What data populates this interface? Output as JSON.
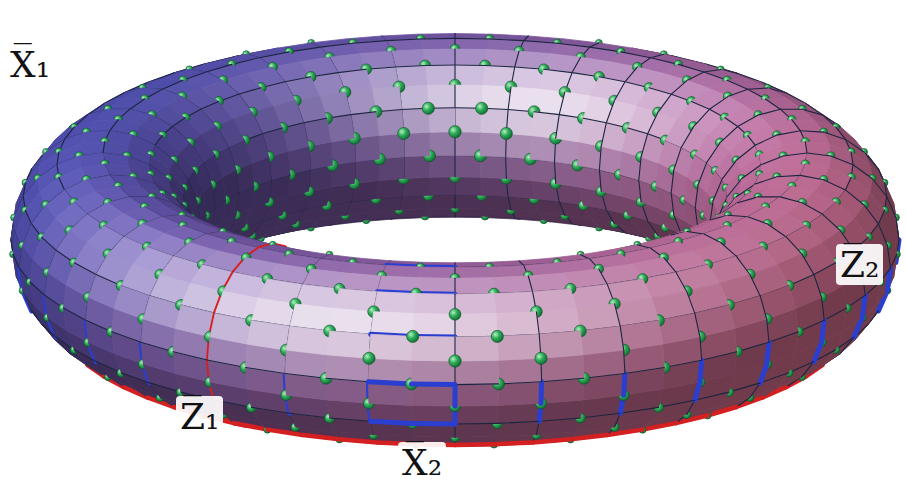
{
  "diagram": {
    "labels": [
      "X̅₁",
      "Z̅₂",
      "Z̅₁",
      "X̅₂"
    ]
  }
}
